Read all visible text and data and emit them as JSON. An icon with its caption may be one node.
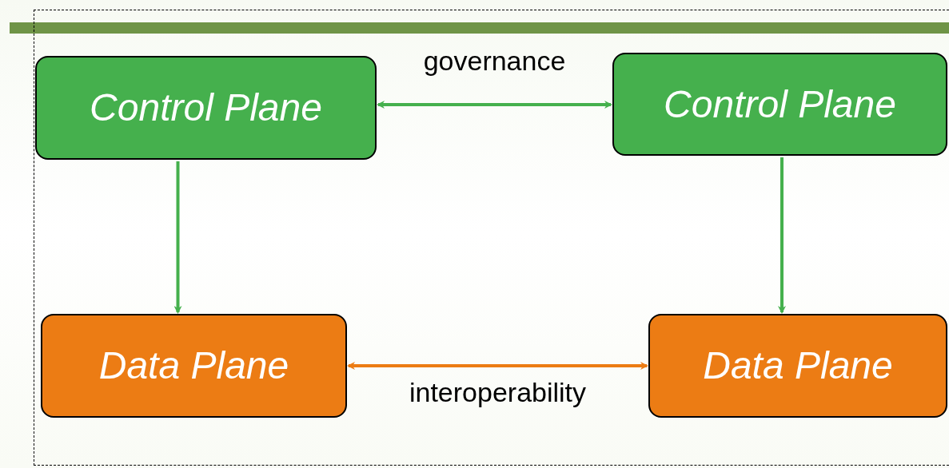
{
  "diagram": {
    "nodes": [
      {
        "text": [
          "Control Plane"
        ]
      },
      {
        "text": [
          "Control Plane"
        ]
      },
      {
        "text": [
          "Data Plane"
        ]
      },
      {
        "text": [
          "Data Plane"
        ]
      }
    ],
    "edges": [
      {
        "from": 0,
        "to": 1,
        "arrow": "both",
        "label": "governance",
        "color": "#45b04d"
      },
      {
        "from": 0,
        "to": 2,
        "arrow": "to",
        "color": "#45b04d"
      },
      {
        "from": 1,
        "to": 3,
        "arrow": "to",
        "color": "#45b04d"
      },
      {
        "from": 2,
        "to": 3,
        "arrow": "both",
        "label": "interoperability",
        "color": "#ec7c14"
      }
    ]
  }
}
